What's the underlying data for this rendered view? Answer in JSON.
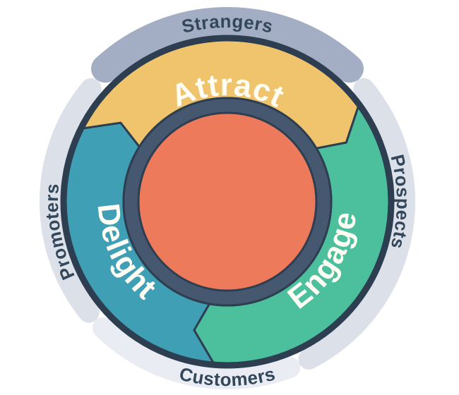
{
  "flywheel": {
    "stages": [
      {
        "label": "Attract",
        "color": "#f0c46c"
      },
      {
        "label": "Engage",
        "color": "#4cbf9d"
      },
      {
        "label": "Delight",
        "color": "#3f9fb5"
      }
    ],
    "audiences": [
      {
        "label": "Strangers",
        "arc_color": "#a3aec4"
      },
      {
        "label": "Prospects",
        "arc_color": "#dce0e9"
      },
      {
        "label": "Customers",
        "arc_color": "#e9ecf2"
      },
      {
        "label": "Promoters",
        "arc_color": "#dce0e9"
      }
    ],
    "core_color": "#ee7a5c",
    "hub_ring_color": "#46586f",
    "outline_color": "#2e3e51",
    "audience_text_color": "#33475b",
    "stage_text_color": "#fffdf4"
  }
}
